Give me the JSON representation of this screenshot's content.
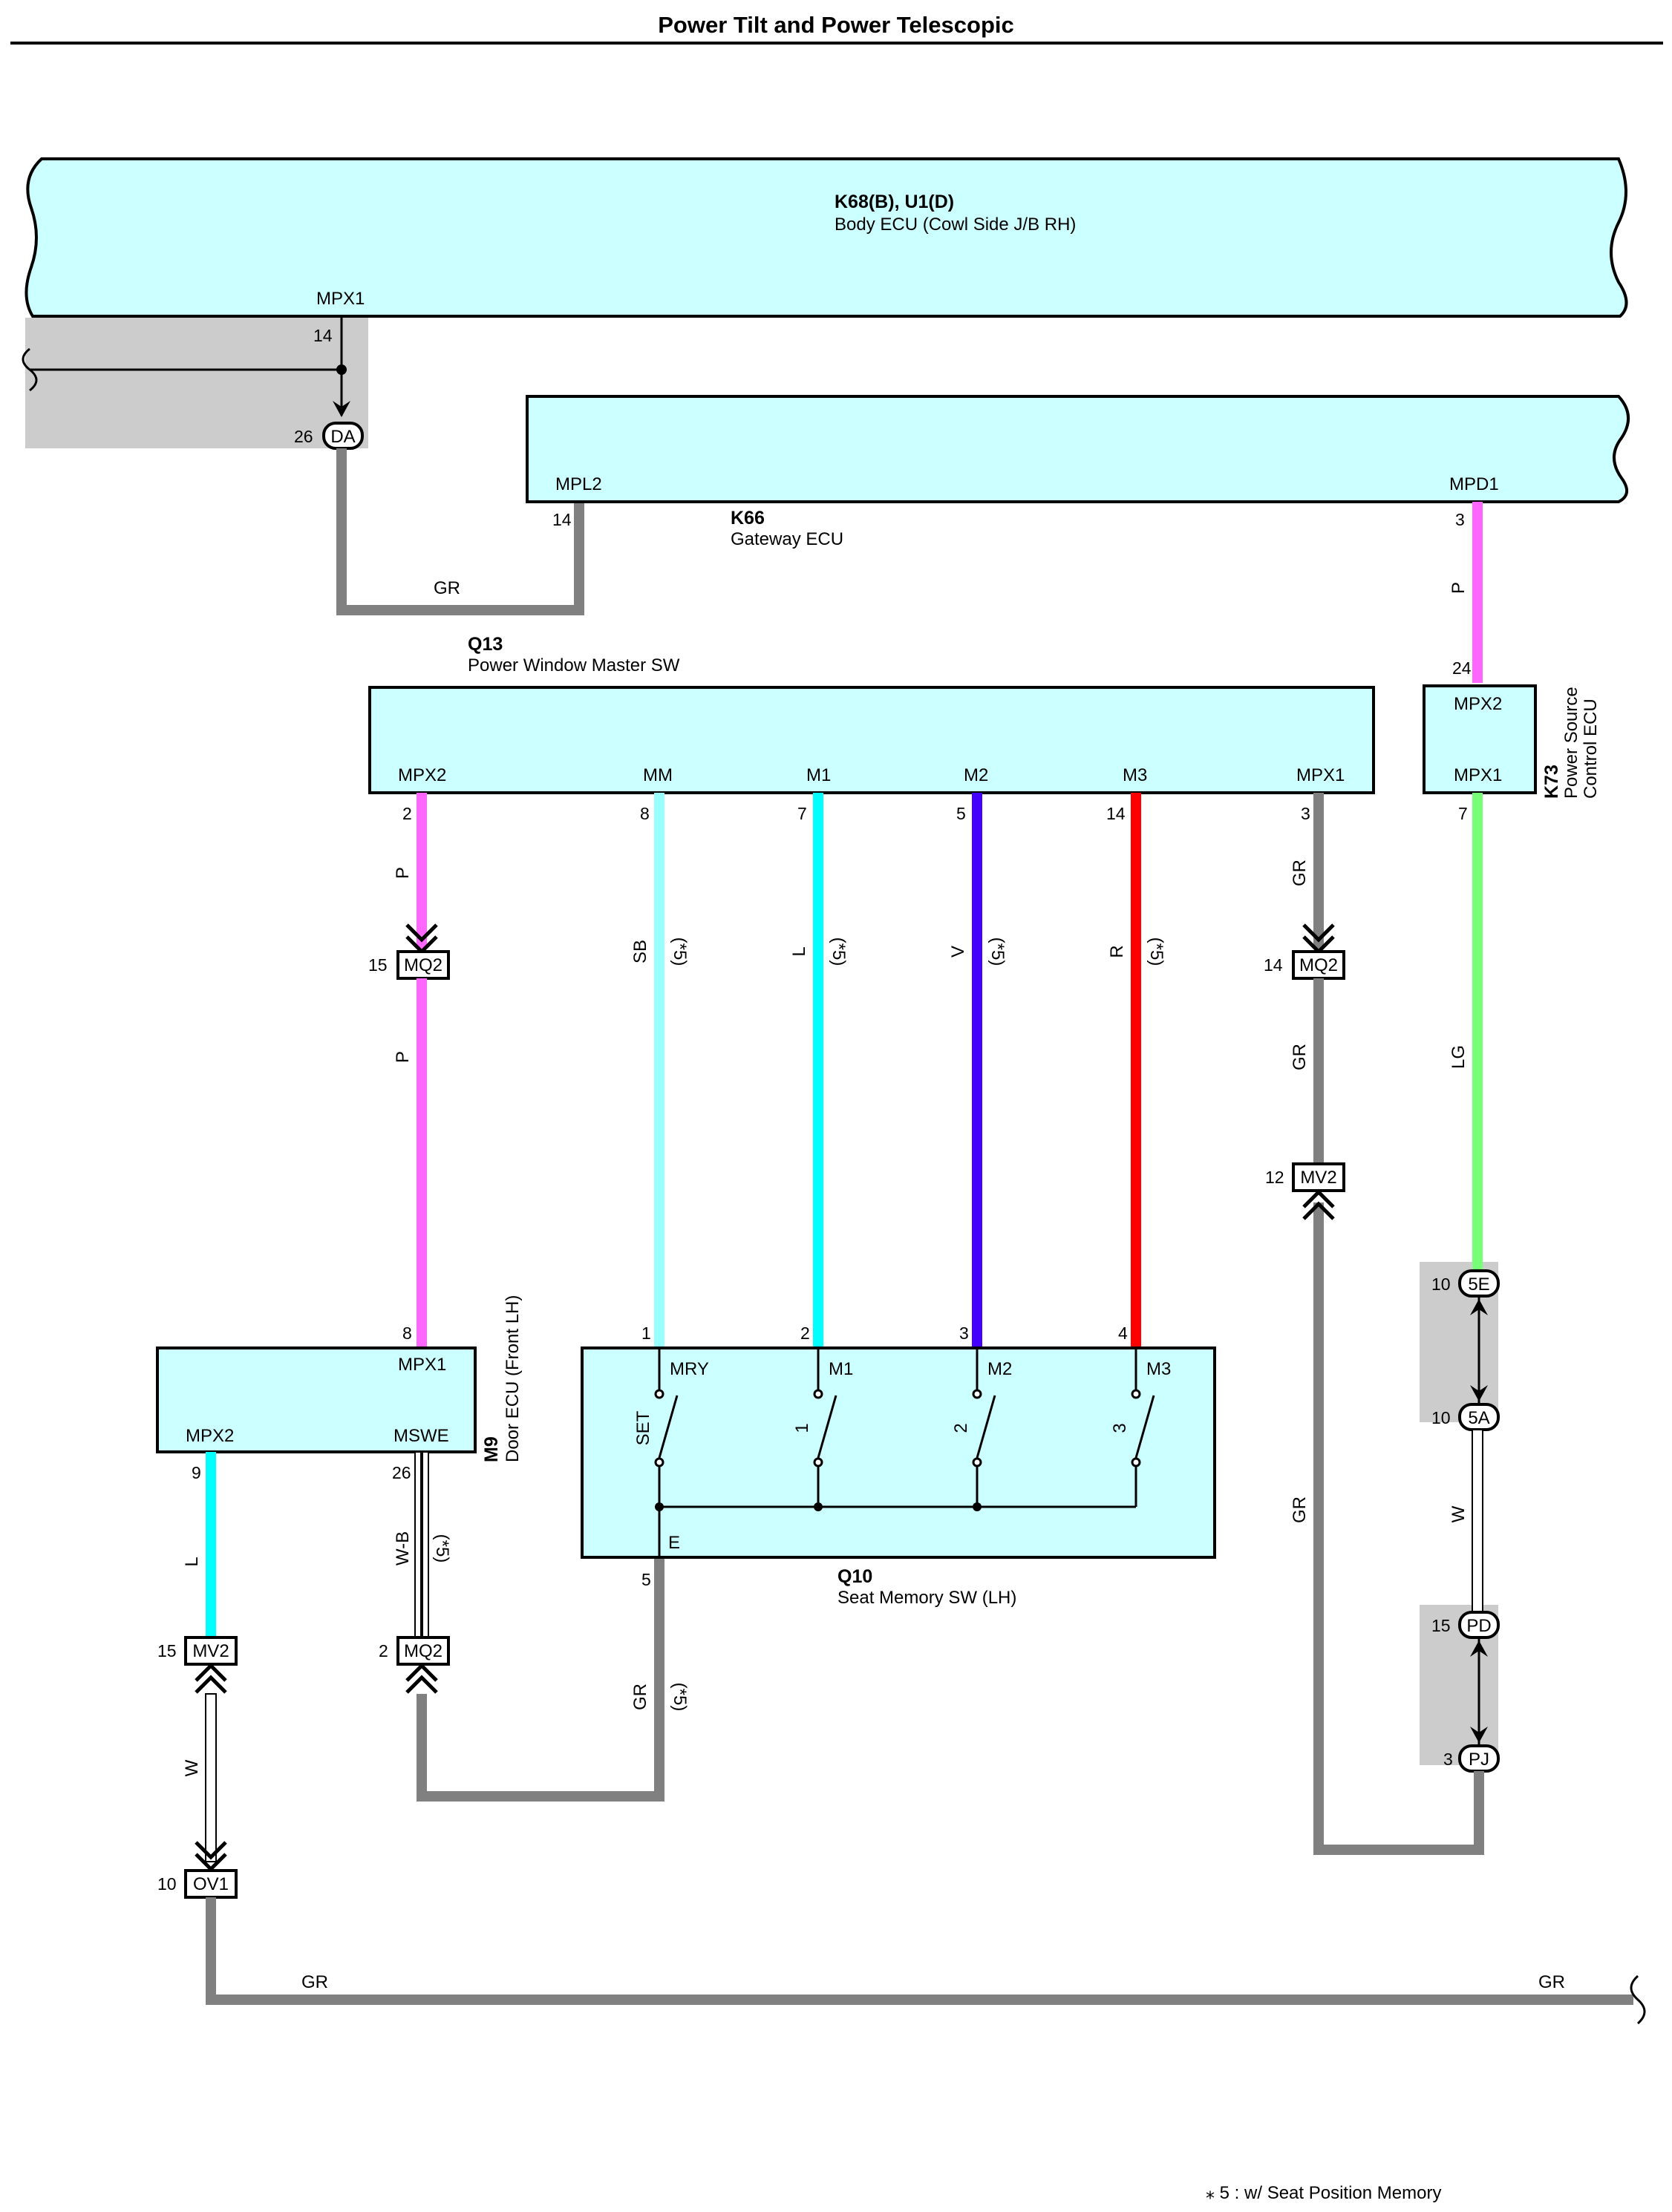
{
  "page_title": "Power Tilt and Power Telescopic",
  "footnote": "⁎ 5 : w/ Seat Position Memory",
  "colors": {
    "ecu_fill": "#ccffff",
    "shade": "#cccccc",
    "wire_GR": "#808080",
    "wire_P": "#ff66ff",
    "wire_SB": "#99ffff",
    "wire_L": "#00ffff",
    "wire_V": "#4400ff",
    "wire_R": "#ff0000",
    "wire_LG": "#77ff77",
    "wire_W": "#ffffff"
  },
  "components": {
    "body_ecu": {
      "code": "K68(B), U1(D)",
      "name": "Body ECU (Cowl Side J/B RH)",
      "pin_label": "MPX1",
      "pin_no": "14"
    },
    "gateway_ecu": {
      "code": "K66",
      "name": "Gateway ECU",
      "pin_left_label": "MPL2",
      "pin_left_no": "14",
      "pin_right_label": "MPD1",
      "pin_right_no": "3"
    },
    "power_window_sw": {
      "code": "Q13",
      "name": "Power Window Master SW",
      "pins": [
        {
          "label": "MPX2",
          "no": "2"
        },
        {
          "label": "MM",
          "no": "8"
        },
        {
          "label": "M1",
          "no": "7"
        },
        {
          "label": "M2",
          "no": "5"
        },
        {
          "label": "M3",
          "no": "14"
        },
        {
          "label": "MPX1",
          "no": "3"
        }
      ]
    },
    "power_source_ecu": {
      "code": "K73",
      "name_line1": "Power Source",
      "name_line2": "Control ECU",
      "pin_top_label": "MPX2",
      "pin_top_no": "24",
      "pin_bottom_label": "MPX1",
      "pin_bottom_no": "7"
    },
    "door_ecu": {
      "code": "M9",
      "name": "Door ECU (Front LH)",
      "pin_mpx1_label": "MPX1",
      "pin_mpx1_no": "8",
      "pin_mpx2_label": "MPX2",
      "pin_mpx2_no": "9",
      "pin_mswe_label": "MSWE",
      "pin_mswe_no": "26"
    },
    "seat_memory_sw": {
      "code": "Q10",
      "name": "Seat Memory SW (LH)",
      "pins": [
        {
          "label": "MRY",
          "no": "1",
          "switch": "SET"
        },
        {
          "label": "M1",
          "no": "2",
          "switch": "1"
        },
        {
          "label": "M2",
          "no": "3",
          "switch": "2"
        },
        {
          "label": "M3",
          "no": "4",
          "switch": "3"
        }
      ],
      "ground_label": "E",
      "ground_no": "5"
    }
  },
  "connectors": {
    "DA": {
      "name": "DA",
      "pin": "26"
    },
    "MQ2_a": {
      "name": "MQ2",
      "pin": "15"
    },
    "MQ2_b": {
      "name": "MQ2",
      "pin": "14"
    },
    "MV2_a": {
      "name": "MV2",
      "pin": "12"
    },
    "MV2_b": {
      "name": "MV2",
      "pin": "15"
    },
    "MQ2_c": {
      "name": "MQ2",
      "pin": "2"
    },
    "OV1": {
      "name": "OV1",
      "pin": "10"
    },
    "5E": {
      "name": "5E",
      "pin": "10"
    },
    "5A": {
      "name": "5A",
      "pin": "10"
    },
    "PD": {
      "name": "PD",
      "pin": "15"
    },
    "PJ": {
      "name": "PJ",
      "pin": "3"
    }
  },
  "wire_labels": {
    "gr_da_k66": "GR",
    "p_k66_k73": "P",
    "p_q13_upper": "P",
    "p_q13_lower": "P",
    "sb": "SB",
    "l_m1": "L",
    "v_m2": "V",
    "r_m3": "R",
    "note": "(*5)",
    "gr_mpx1_upper": "GR",
    "gr_mpx1_mid": "GR",
    "gr_mpx1_lower": "GR",
    "lg": "LG",
    "w_5a_pd": "W",
    "l_door": "L",
    "wb": "W-B",
    "gr_seat": "GR",
    "w_ov1": "W",
    "gr_bottom_left": "GR",
    "gr_bottom_right": "GR"
  }
}
